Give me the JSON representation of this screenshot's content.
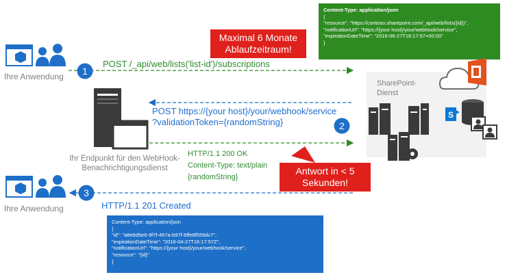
{
  "client": {
    "label_top": "Ihre Anwendung",
    "label_bottom": "Ihre Anwendung"
  },
  "steps": [
    "1",
    "2",
    "3"
  ],
  "step1": {
    "request": "POST /_api/web/lists('list-id')/subscriptions"
  },
  "request_box": {
    "content_type": "Content-Type: application/json",
    "open": "{",
    "resource": "\"resource\": \"https://contoso.sharepoint.com/_api/web/lists({id})\",",
    "notification_url": "\"notificationUrl\": \"https://{your host}/your/webhook/service\",",
    "expiration": "\"expirationDateTime\": \"2016-06-27T16:17:57+00:00\"",
    "close": "}"
  },
  "callout_expiry": {
    "line1": "Maximal 6 Monate",
    "line2": "Ablaufzeitraum!"
  },
  "sharepoint": {
    "label_line1": "SharePoint-",
    "label_line2": "Dienst"
  },
  "step2": {
    "line1": "POST https://{your host}/your/webhook/service",
    "line2": "?validationToken={randomString}"
  },
  "endpoint": {
    "label_line1": "Ihr Endpunkt für den WebHook-",
    "label_line2": "Benachrichtigungsdienst"
  },
  "validation_response": {
    "line1": "HTTP/1.1 200 OK",
    "line2": "Content-Type: text/plain",
    "line3": "{randomString}"
  },
  "callout_response": {
    "line1": "Antwort in < 5",
    "line2": "Sekunden!"
  },
  "step3": {
    "response": "HTTP/1.1 201 Created"
  },
  "response_box": {
    "content_type": "Content-Type: application/json",
    "open": "{",
    "id": "\"id\": \"a8e6d5e6-9f7f-497a-b97f-8ffe8f559dc7\",",
    "expiration": "\"expirationDateTime\": \"2016-04-27T16:17:57Z\",",
    "notification_url": "\"notificationUrl\": \"https://{your host}/your/webhook/service\",",
    "resource": "\"resource\": \"{id}\"",
    "close": "}"
  },
  "colors": {
    "green": "#2e8b22",
    "blue": "#1e6fc7",
    "red": "#e0201b",
    "office_orange": "#e2521f",
    "server_dark": "#3a3a3a"
  },
  "icons": [
    "app-window-icon",
    "users-icon",
    "server-icon",
    "cloud-icon",
    "office-icon",
    "sharepoint-icon",
    "database-icon"
  ]
}
